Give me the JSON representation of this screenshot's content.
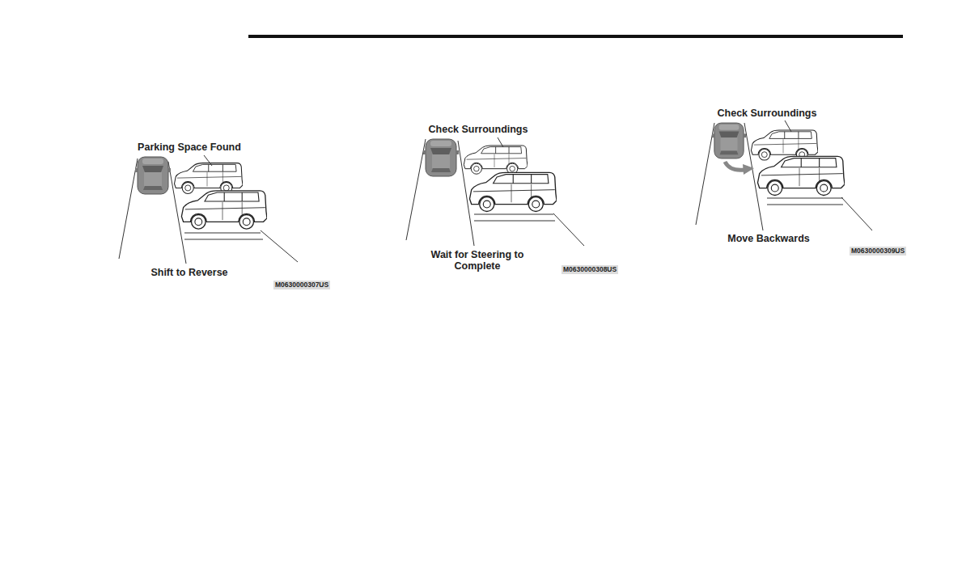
{
  "diagram": {
    "labels": [
      "Parking Space Found",
      "Shift to Reverse",
      "M0630000307US",
      "Check Surroundings",
      "Wait for Steering to Complete",
      "M0630000308US",
      "Check Surroundings",
      "Move Backwards",
      "M0630000309US"
    ]
  }
}
